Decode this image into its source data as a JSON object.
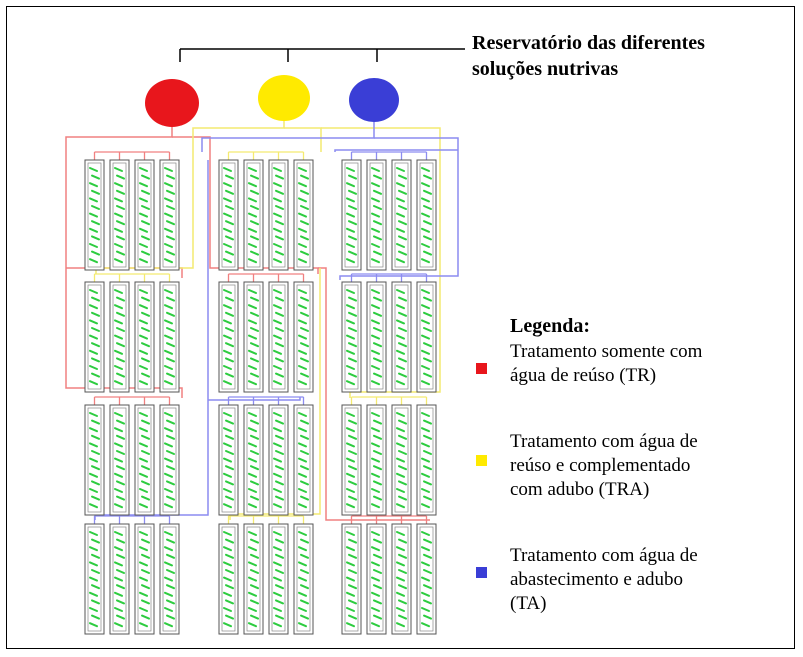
{
  "reservoir_label_line1": "Reservatório das diferentes",
  "reservoir_label_line2": "soluções nutrivas",
  "colors": {
    "red": "#e8161c",
    "yellow": "#ffea00",
    "blue": "#3a3ed6",
    "pipe_red": "#f08080",
    "pipe_yellow": "#f4ea70",
    "pipe_blue": "#8c8cf0",
    "plant": "#2ecc40"
  },
  "legend": {
    "title": "Legenda:",
    "items": [
      {
        "color": "#e8161c",
        "line1": "Tratamento somente com",
        "line2": "água de reúso (TR)",
        "line3": ""
      },
      {
        "color": "#ffea00",
        "line1": "Tratamento com água de",
        "line2": "reúso e complementado",
        "line3": "com adubo (TRA)"
      },
      {
        "color": "#3a3ed6",
        "line1": "Tratamento com água de",
        "line2": "abastecimento e adubo",
        "line3": "(TA)"
      }
    ]
  }
}
